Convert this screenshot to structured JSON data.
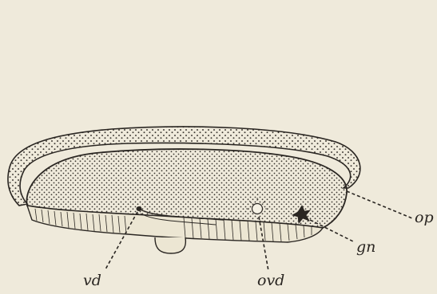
{
  "figure": {
    "labels": {
      "op": "op",
      "gn": "gn",
      "vd": "vd",
      "ovd": "ovd"
    }
  },
  "colors": {
    "paper": "#efeadb",
    "ink": "#2a2622",
    "dots": "#3a3530"
  }
}
